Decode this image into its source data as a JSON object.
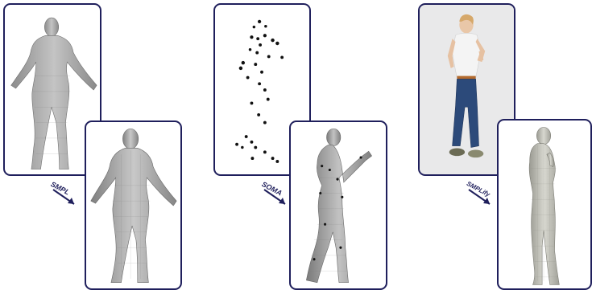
{
  "panels": [
    {
      "method_label": "SMPL"
    },
    {
      "method_label": "SOMA"
    },
    {
      "method_label": "SMPLify"
    }
  ],
  "colors": {
    "frame_border": "#1f1f5c",
    "arrow": "#1f1f5c",
    "mesh_gray": "#a9a9a9",
    "marker_black": "#111111"
  }
}
